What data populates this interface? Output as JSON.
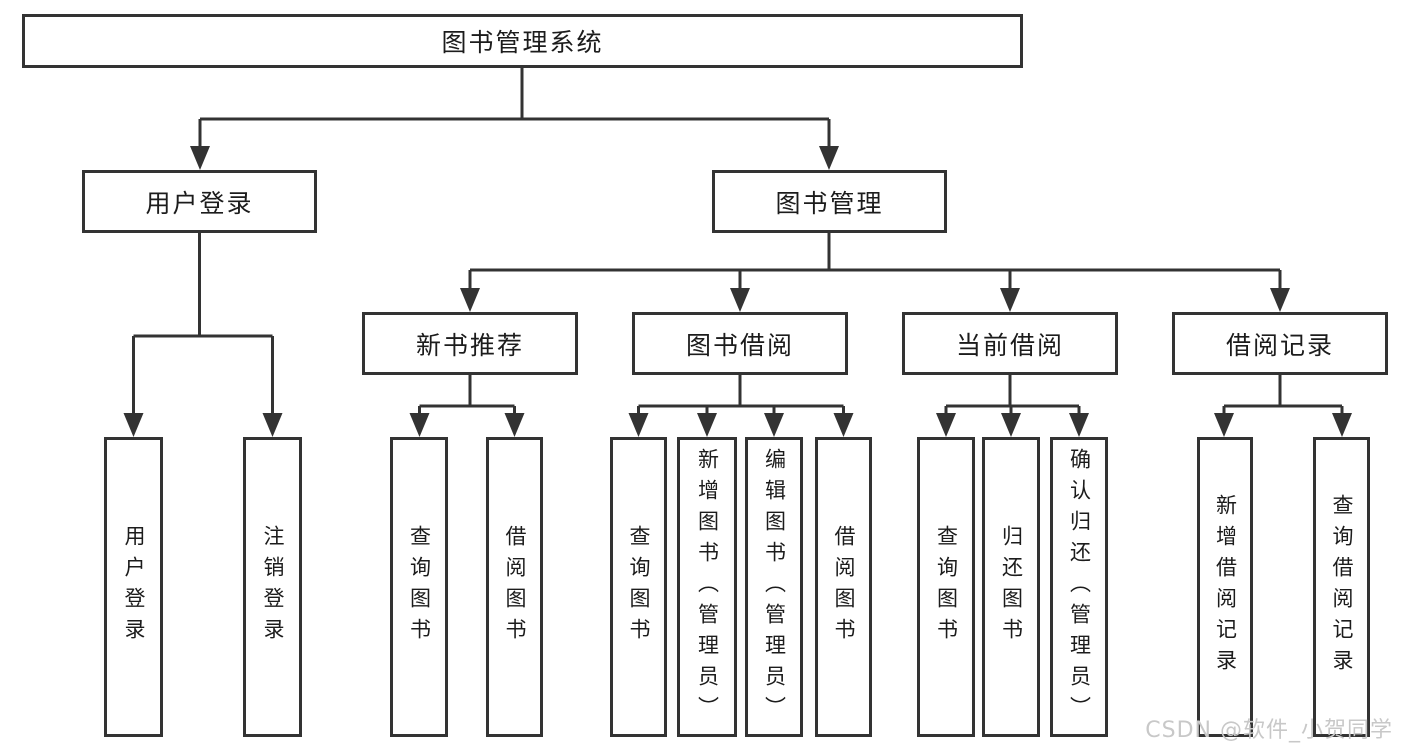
{
  "diagram": {
    "root": "图书管理系统",
    "branches": [
      {
        "label": "用户登录",
        "children": [
          "用户登录",
          "注销登录"
        ]
      },
      {
        "label": "图书管理",
        "sections": [
          {
            "label": "新书推荐",
            "children": [
              "查询图书",
              "借阅图书"
            ]
          },
          {
            "label": "图书借阅",
            "children": [
              "查询图书",
              "新增图书（管理员）",
              "编辑图书（管理员）",
              "借阅图书"
            ]
          },
          {
            "label": "当前借阅",
            "children": [
              "查询图书",
              "归还图书",
              "确认归还（管理员）"
            ]
          },
          {
            "label": "借阅记录",
            "children": [
              "新增借阅记录",
              "查询借阅记录"
            ]
          }
        ]
      }
    ]
  },
  "watermark": "CSDN @软件_小贺同学",
  "colors": {
    "line": "#333333",
    "box_background": "#ffffff",
    "watermark": "#c8c8c8"
  }
}
